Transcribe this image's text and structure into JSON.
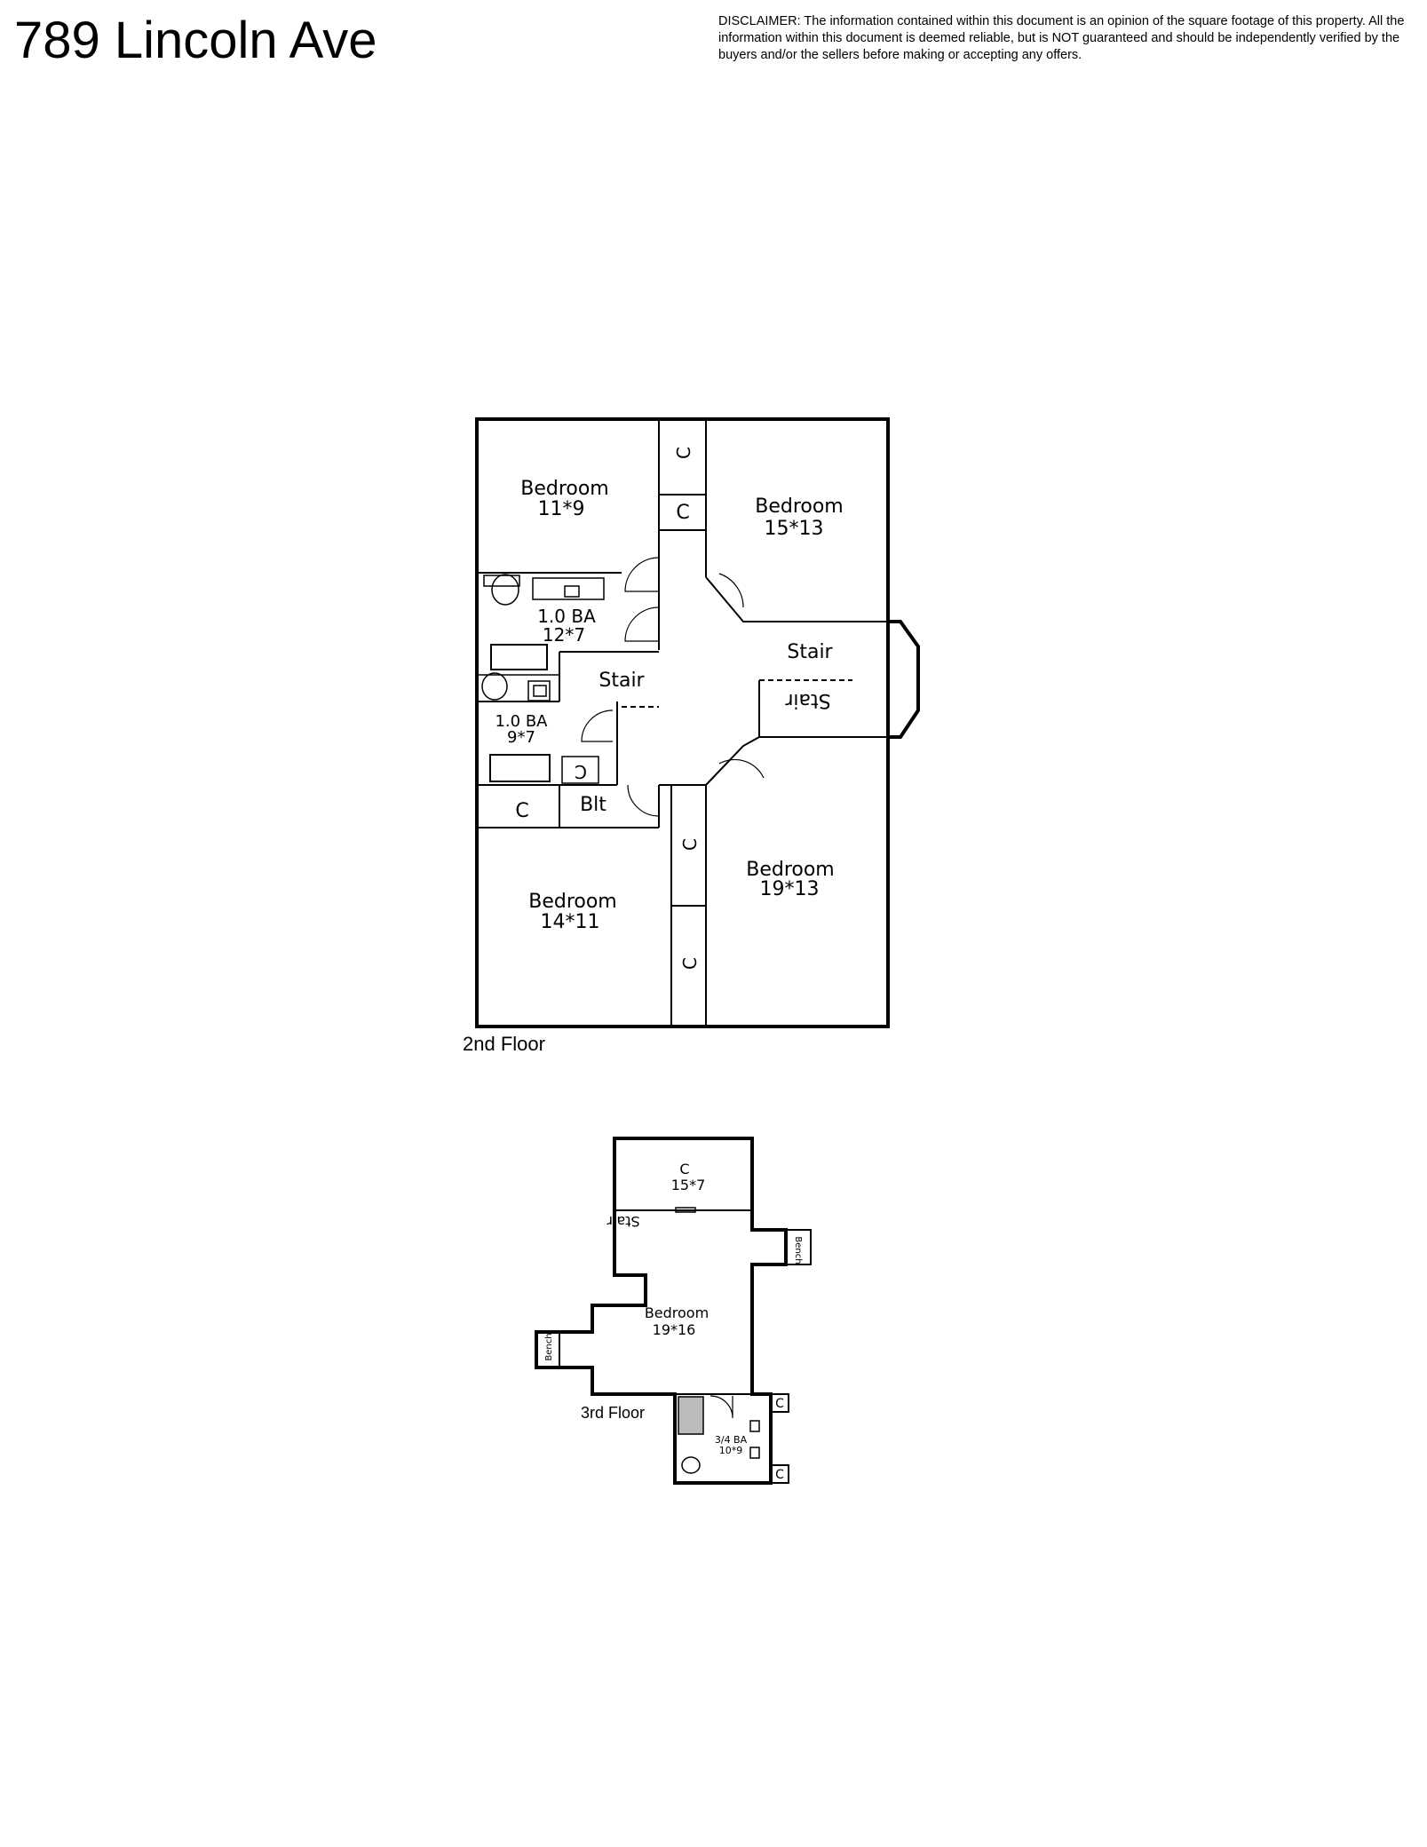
{
  "header": {
    "title": "789 Lincoln Ave",
    "disclaimer": "DISCLAIMER: The information contained within this document is an opinion of the square footage of this property. All the information within this document is deemed reliable, but is NOT guaranteed and should be independently verified by the buyers and/or the sellers before making or accepting any offers."
  },
  "floor2": {
    "label": "2nd Floor",
    "rooms": {
      "bedroom_nw": {
        "name": "Bedroom",
        "size": "11*9"
      },
      "bedroom_ne": {
        "name": "Bedroom",
        "size": "15*13"
      },
      "bath_upper": {
        "name": "1.0 BA",
        "size": "12*7"
      },
      "bath_lower": {
        "name": "1.0 BA",
        "size": "9*7"
      },
      "bedroom_sw": {
        "name": "Bedroom",
        "size": "14*11"
      },
      "bedroom_se": {
        "name": "Bedroom",
        "size": "19*13"
      }
    },
    "stair_left": "Stair",
    "stair_right": "Stair",
    "stair_right_flipped": "Stair",
    "closet": "C",
    "built_in": "Blt"
  },
  "floor3": {
    "label": "3rd Floor",
    "closet": {
      "name": "C",
      "size": "15*7"
    },
    "stair_flipped": "Stair",
    "bedroom": {
      "name": "Bedroom",
      "size": "19*16"
    },
    "bench": "Bench",
    "bath": {
      "name": "3/4 BA",
      "size": "10*9"
    },
    "closet_small": "C"
  }
}
